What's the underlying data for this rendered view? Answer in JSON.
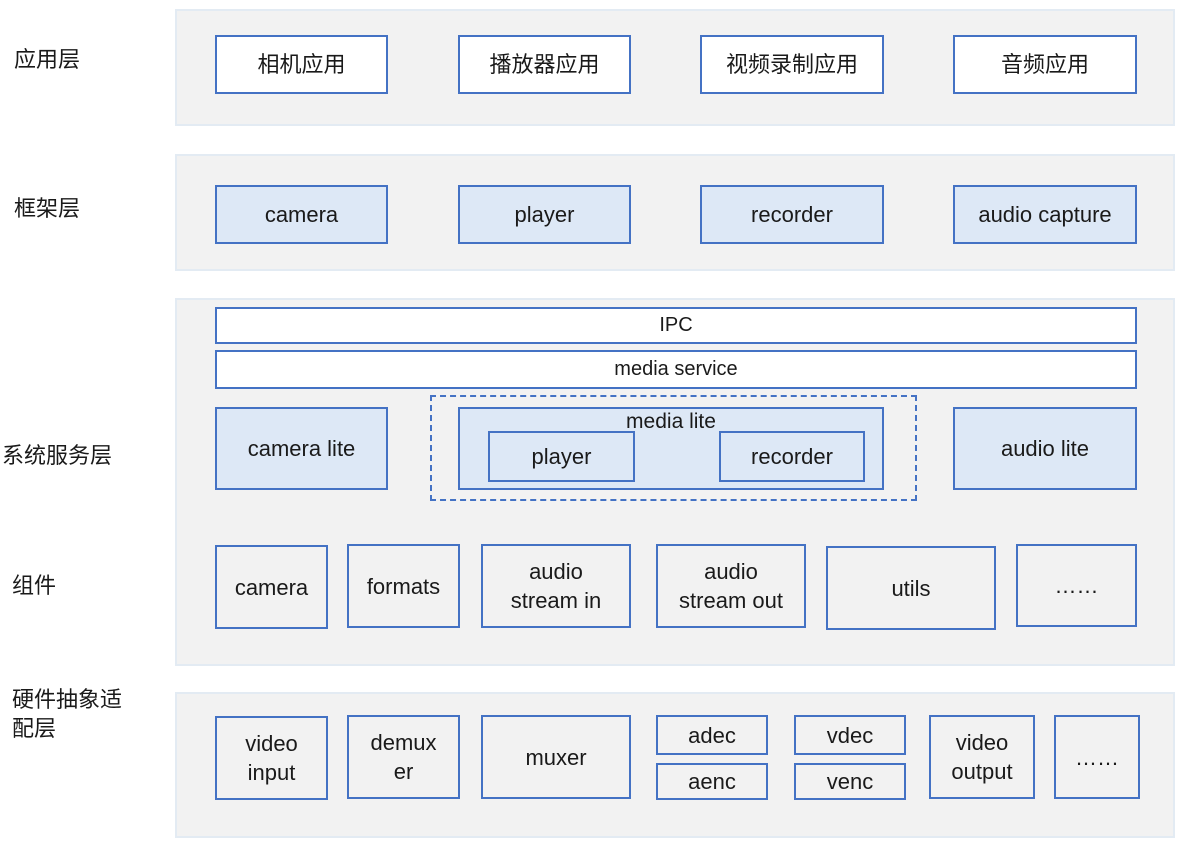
{
  "layers": {
    "application": {
      "label": "应用层",
      "items": [
        "相机应用",
        "播放器应用",
        "视频录制应用",
        "音频应用"
      ]
    },
    "framework": {
      "label": "框架层",
      "items": [
        "camera",
        "player",
        "recorder",
        "audio capture"
      ]
    },
    "system_service": {
      "label": "系统服务层",
      "ipc": "IPC",
      "media_service": "media service",
      "camera_lite": "camera lite",
      "media_lite": {
        "title": "media lite",
        "player": "player",
        "recorder": "recorder"
      },
      "audio_lite": "audio lite"
    },
    "components": {
      "label": "组件",
      "items": [
        "camera",
        "formats",
        "audio\nstream in",
        "audio\nstream out",
        "utils",
        "……"
      ]
    },
    "hal": {
      "label": "硬件抽象适\n配层",
      "items": [
        "video\ninput",
        "demux\ner",
        "muxer",
        "adec",
        "aenc",
        "vdec",
        "venc",
        "video\noutput",
        "……"
      ]
    }
  }
}
